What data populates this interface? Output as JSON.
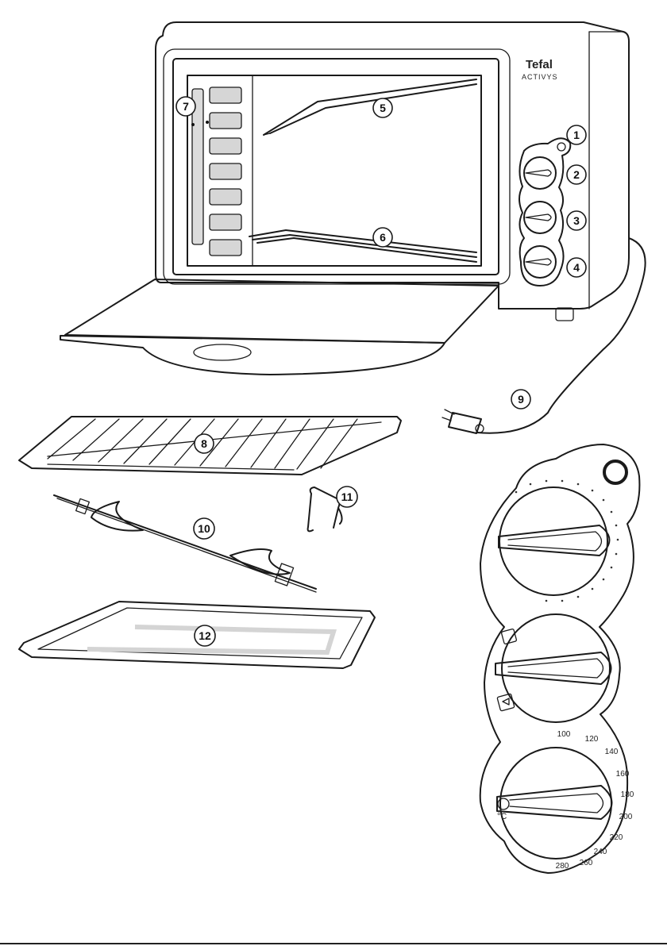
{
  "brand": {
    "logo": "Tefal",
    "model": "ACTIVYS"
  },
  "callouts": [
    "1",
    "2",
    "3",
    "4",
    "5",
    "6",
    "7",
    "8",
    "9",
    "10",
    "11",
    "12"
  ],
  "temperature_scale": {
    "marks": [
      "100",
      "120",
      "140",
      "160",
      "180",
      "200",
      "220",
      "240",
      "260",
      "280"
    ],
    "unit": "°C"
  },
  "icons": [
    "oven-icon",
    "control-panel-icon",
    "wire-rack-icon",
    "rotisserie-spit-icon",
    "clip-icon",
    "baking-tray-icon",
    "power-plug-icon"
  ]
}
